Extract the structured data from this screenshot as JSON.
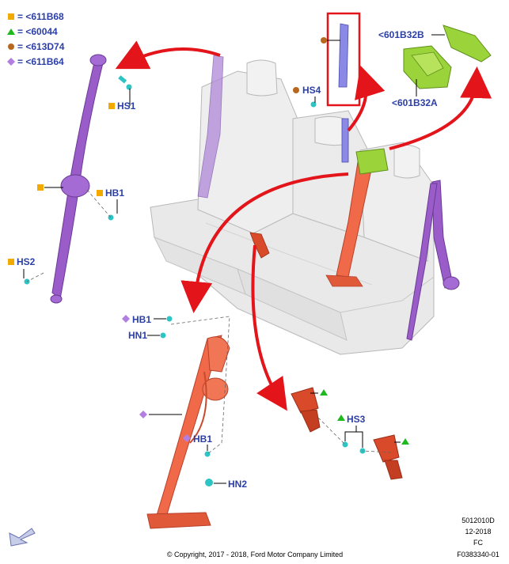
{
  "legend": [
    {
      "symbol": "square",
      "color": "#f2a900",
      "text": "= <611B68"
    },
    {
      "symbol": "triangle",
      "color": "#1db91d",
      "text": "= <60044"
    },
    {
      "symbol": "circle",
      "color": "#b8671e",
      "text": "= <613D74"
    },
    {
      "symbol": "diamond",
      "color": "#b27ee0",
      "text": "= <611B64"
    }
  ],
  "callouts": {
    "hs1": "HS1",
    "hb1_left": "HB1",
    "hs2": "HS2",
    "hs4": "HS4",
    "part_top": "<601B32B",
    "part_bottom": "<601B32A",
    "hb1_center": "HB1",
    "hn1": "HN1",
    "hb1_lower": "HB1",
    "hn2": "HN2",
    "hs3": "HS3"
  },
  "reference": {
    "code": "5012010D",
    "date": "12-2018",
    "fc": "FC",
    "figure": "F0383340-01"
  },
  "copyright": "© Copyright, 2017 - 2018, Ford Motor Company Limited",
  "colors": {
    "callout_text": "#2b3fa6",
    "belt_purple": "#9a5cc8",
    "belt_orange": "#f06a4a",
    "buckle_red": "#d84a2a",
    "trim_green": "#9bd43a",
    "arrow_red": "#e3141a",
    "fastener_cyan": "#2ec4c4",
    "highlight_box": "#e3141a"
  }
}
